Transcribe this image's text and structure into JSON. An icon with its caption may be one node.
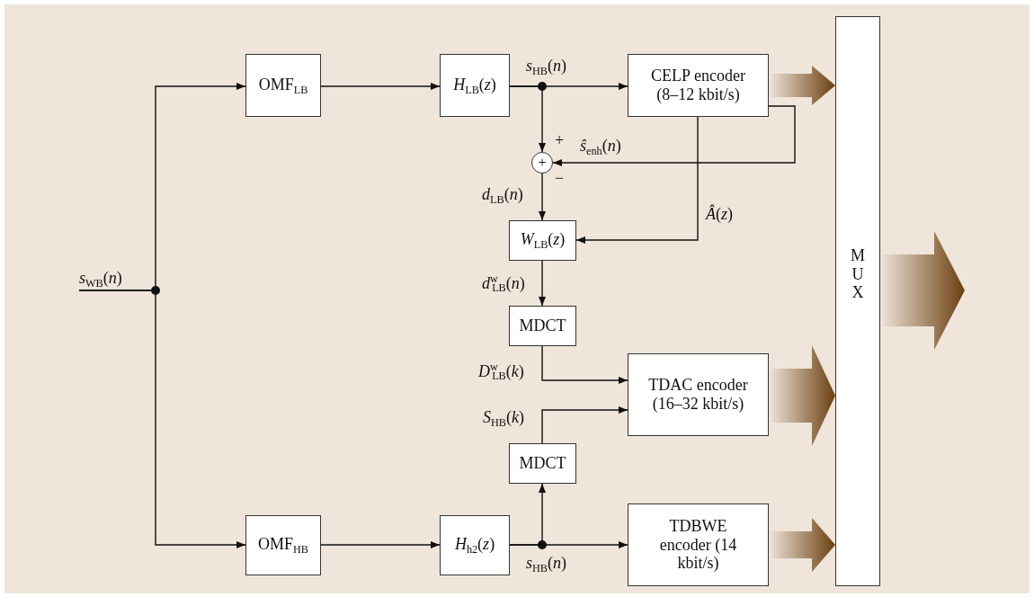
{
  "diagram": {
    "nodes": [
      {
        "text": [
          "OMF$_{LB}$"
        ]
      },
      {
        "text": [
          "*H*$_{LB}$(*z*)"
        ]
      },
      {
        "text": [
          "CELP encoder (8–12 kbit/s)"
        ]
      },
      {
        "text": [
          "+"
        ]
      },
      {
        "text": [
          "*W*$_{LB}$(*z*)"
        ]
      },
      {
        "text": [
          "MDCT"
        ]
      },
      {
        "text": [
          "TDAC encoder (16–32 kbit/s)"
        ]
      },
      {
        "text": [
          "MDCT"
        ]
      },
      {
        "text": [
          "OMF$_{HB}$"
        ]
      },
      {
        "text": [
          "*H*$_{h2}$(*z*)"
        ]
      },
      {
        "text": [
          "TDBWE encoder (14 kbit/s)"
        ]
      },
      {
        "text": [
          "MUX"
        ]
      },
      {
        "text": [
          "*s*$_{WB}$(*n*)"
        ]
      }
    ],
    "edges": [
      {
        "from": 12,
        "to": 0,
        "arrow": "to"
      },
      {
        "from": 12,
        "to": 8,
        "arrow": "to"
      },
      {
        "from": 0,
        "to": 1,
        "arrow": "to"
      },
      {
        "from": 1,
        "to": 2,
        "arrow": "to"
      },
      {
        "from": 1,
        "to": 3,
        "arrow": "to"
      },
      {
        "from": 2,
        "to": 3,
        "arrow": "to",
        "label": "*ŝ*$_{enh}$(*n*)"
      },
      {
        "from": 3,
        "to": 4,
        "arrow": "to",
        "label": "*d*$_{LB}$(*n*)"
      },
      {
        "from": 2,
        "to": 4,
        "arrow": "to",
        "label": "*Â*(*z*)"
      },
      {
        "from": 4,
        "to": 5,
        "arrow": "to",
        "label": "*d*$^{w}$$_{LB}$(*n*)"
      },
      {
        "from": 5,
        "to": 6,
        "arrow": "to",
        "label": "*D*$^{w}$$_{LB}$(*k*)"
      },
      {
        "from": 7,
        "to": 6,
        "arrow": "to",
        "label": "*S*$_{HB}$(*k*)"
      },
      {
        "from": 8,
        "to": 9,
        "arrow": "to"
      },
      {
        "from": 9,
        "to": 10,
        "arrow": "to"
      },
      {
        "from": 9,
        "to": 7,
        "arrow": "to"
      },
      {
        "from": 2,
        "to": 11,
        "arrow": "to",
        "style": "thick",
        "color": "#6b3f10"
      },
      {
        "from": 6,
        "to": 11,
        "arrow": "to",
        "style": "thick",
        "color": "#6b3f10"
      },
      {
        "from": 10,
        "to": 11,
        "arrow": "to",
        "style": "thick",
        "color": "#6b3f10"
      },
      {
        "from": 11,
        "to": null,
        "arrow": "to",
        "style": "thick",
        "color": "#6b3f10"
      }
    ],
    "labels": [
      "*s*$_{HB}$(*n*)",
      "+",
      "−",
      "*s*$_{HB}$(*n*)"
    ]
  }
}
